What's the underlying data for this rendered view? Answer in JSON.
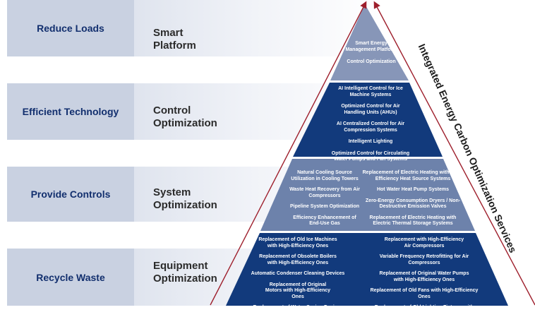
{
  "levels": [
    {
      "goal": "Reduce Loads",
      "category": [
        "Smart",
        "Platform"
      ]
    },
    {
      "goal": "Efficient Technology",
      "category": [
        "Control",
        "Optimization"
      ]
    },
    {
      "goal": "Provide Controls",
      "category": [
        "System",
        "Optimization"
      ]
    },
    {
      "goal": "Recycle Waste",
      "category": [
        "Equipment",
        "Optimization"
      ]
    }
  ],
  "side_label": "Integrated Energy Carbon Optimization Services",
  "tiers": {
    "top": [
      "Smart Energy Management Platform",
      "Control Optimization"
    ],
    "second": [
      "AI Intelligent Control for Ice Machine Systems",
      "Optimized Control for Air Handling Units (AHUs)",
      "AI Centralized Control for Air Compression Systems",
      "Intelligent Lighting",
      "Optimized Control for Circulating Water Pumps and Fan Systems"
    ],
    "third_left": [
      "Natural Cooling Source Utilization in Cooling Towers",
      "Waste Heat Recovery from Air Compressors",
      "Pipeline System Optimization",
      "Efficiency Enhancement of End-Use Gas"
    ],
    "third_right": [
      "Replacement of Electric Heating with High-Efficiency Heat Source Systems",
      "Hot Water Heat Pump Systems",
      "Zero-Energy Consumption Dryers / Non-Destructive Emission Valves",
      "Replacement of Electric Heating with Electric Thermal Storage Systems"
    ],
    "bottom_left": [
      "Replacement of Old Ice Machines with High-Efficiency Ones",
      "Replacement of Obsolete Boilers with High-Efficiency Ones",
      "Automatic Condenser Cleaning Devices",
      "Replacement of Original Motors with High-Efficiency Ones",
      "Replacement of Water-Saving Devices"
    ],
    "bottom_right": [
      "Replacement with High-Efficiency Air Compressors",
      "Variable Frequency Retrofitting for Air Compressors",
      "Replacement of Original Water Pumps with High-Efficiency Ones",
      "Replacement of Old Fans with High-Efficiency Ones",
      "Replacement of Old Lighting Fixtures with High-Efficiency LEDs"
    ]
  },
  "colors": {
    "dark": "#123a7c",
    "mid": "#6d82ab",
    "top": "#8796b8",
    "box": "#c9d1e1",
    "arrow": "#9e1f2c"
  }
}
